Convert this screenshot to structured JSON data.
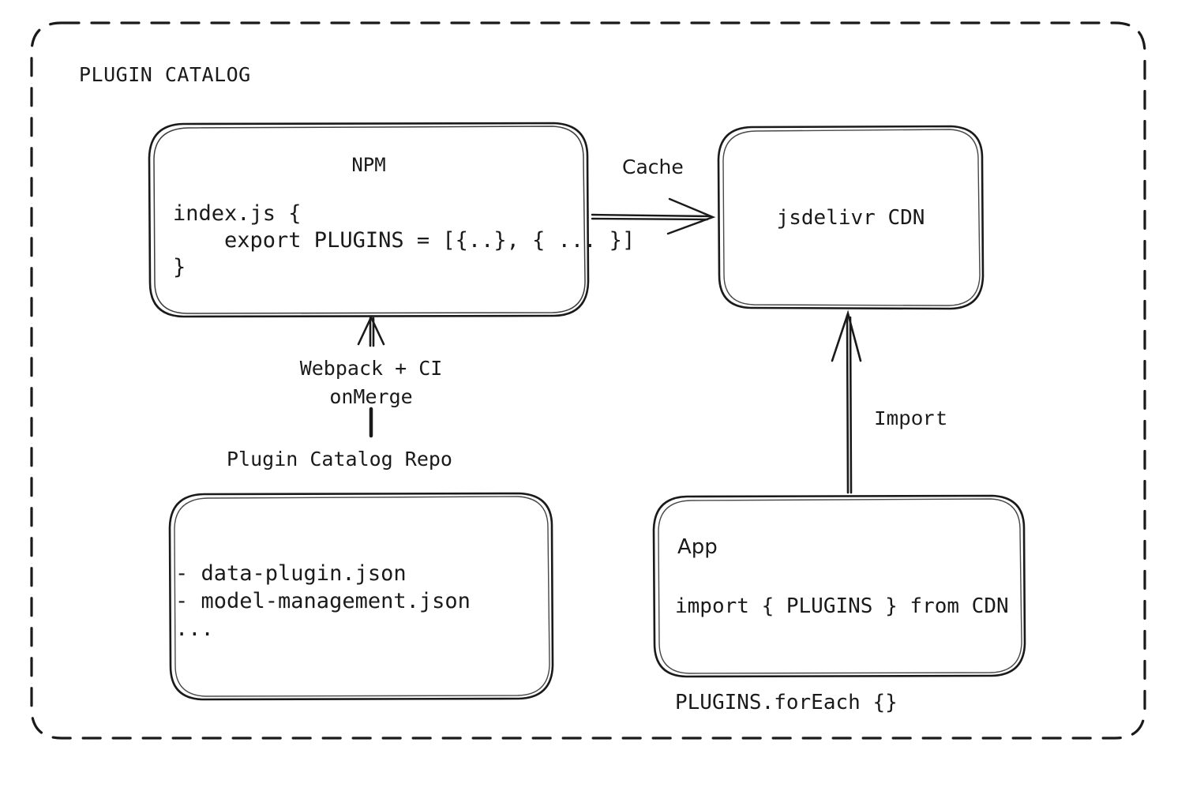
{
  "diagram": {
    "container_label": "PLUGIN CATALOG",
    "boxes": {
      "npm": {
        "title": "NPM",
        "code": "index.js {\n    export PLUGINS = [{..}, { ... }]\n}"
      },
      "cdn": {
        "title": "jsdelivr CDN"
      },
      "repo": {
        "outside_label": "Plugin Catalog Repo",
        "list": "- data-plugin.json\n- model-management.json\n..."
      },
      "app": {
        "title": "App",
        "code": "import { PLUGINS } from CDN\n\nPLUGINS.forEach {}"
      }
    },
    "edges": {
      "cache": "Cache",
      "import": "Import",
      "webpack": "Webpack + CI\nonMerge"
    },
    "colors": {
      "stroke": "#1a1a1a",
      "background": "#ffffff",
      "text": "#1a1a1a"
    }
  }
}
